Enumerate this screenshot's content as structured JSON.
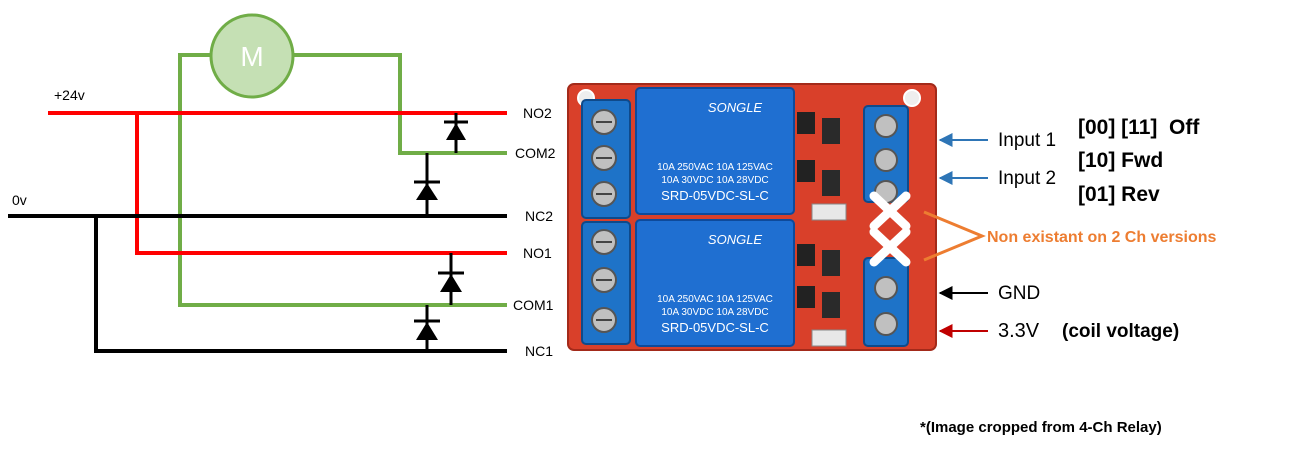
{
  "circuit": {
    "motor_label": "M",
    "supply_positive": "+24v",
    "supply_ground": "0v",
    "terminals": {
      "no2": "NO2",
      "com2": "COM2",
      "nc2": "NC2",
      "no1": "NO1",
      "com1": "COM1",
      "nc1": "NC1"
    },
    "colors": {
      "positive_wire": "#ff0000",
      "ground_wire": "#000000",
      "motor_wire": "#70ad47",
      "motor_fill": "#c5e0b4"
    }
  },
  "relay_board": {
    "relay1": {
      "brand": "SONGLE",
      "rating_ac": "10A 250VAC  10A 125VAC",
      "rating_dc": "10A  30VDC  10A  28VDC",
      "model": "SRD-05VDC-SL-C"
    },
    "relay2": {
      "brand": "SONGLE",
      "rating_ac": "10A 250VAC  10A 125VAC",
      "rating_dc": "10A  30VDC  10A  28VDC",
      "model": "SRD-05VDC-SL-C"
    }
  },
  "annotations": {
    "input1": "Input 1",
    "input2": "Input 2",
    "state_off": "[00] [11]  Off",
    "state_fwd": "[10] Fwd",
    "state_rev": "[01] Rev",
    "non_existent": "Non existant on 2 Ch versions",
    "gnd": "GND",
    "coil_voltage_value": "3.3V",
    "coil_voltage_note": "(coil voltage)",
    "footnote": "*(Image cropped from 4-Ch Relay)",
    "colors": {
      "input_arrow": "#2e75b6",
      "orange": "#ed7d31",
      "gnd_arrow": "#000000",
      "vcc_arrow": "#c00000"
    }
  }
}
